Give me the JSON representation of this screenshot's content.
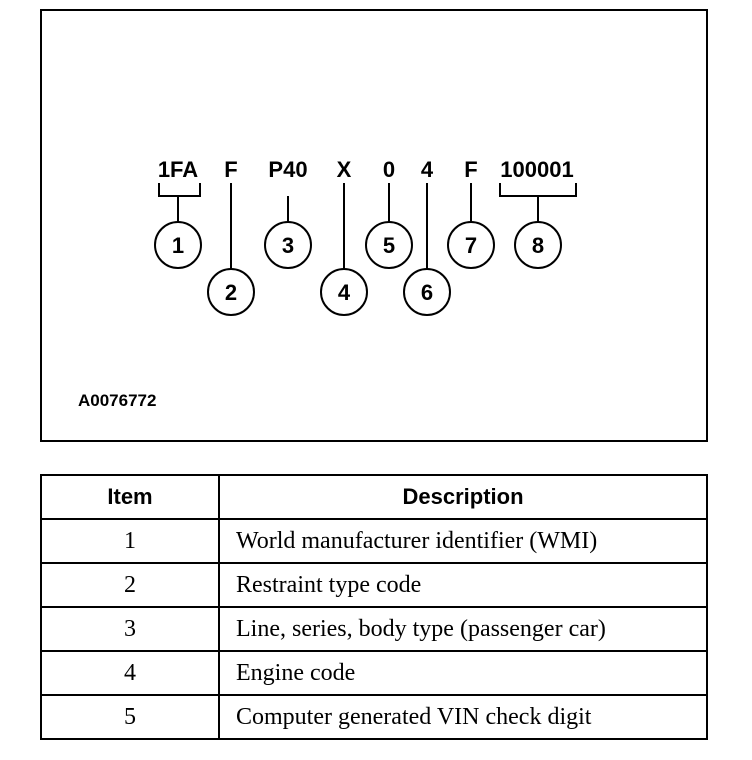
{
  "diagram": {
    "vin_segments": [
      {
        "text": "1FA"
      },
      {
        "text": "F"
      },
      {
        "text": "P40"
      },
      {
        "text": "X"
      },
      {
        "text": "0"
      },
      {
        "text": "4"
      },
      {
        "text": "F"
      },
      {
        "text": "100001"
      }
    ],
    "callouts": [
      "1",
      "2",
      "3",
      "4",
      "5",
      "6",
      "7",
      "8"
    ],
    "figure_id": "A0076772"
  },
  "table": {
    "headers": {
      "item": "Item",
      "description": "Description"
    },
    "rows": [
      {
        "item": "1",
        "description": "World manufacturer identifier (WMI)"
      },
      {
        "item": "2",
        "description": "Restraint type code"
      },
      {
        "item": "3",
        "description": "Line, series, body type (passenger car)"
      },
      {
        "item": "4",
        "description": "Engine code"
      },
      {
        "item": "5",
        "description": "Computer generated VIN check digit"
      }
    ]
  }
}
